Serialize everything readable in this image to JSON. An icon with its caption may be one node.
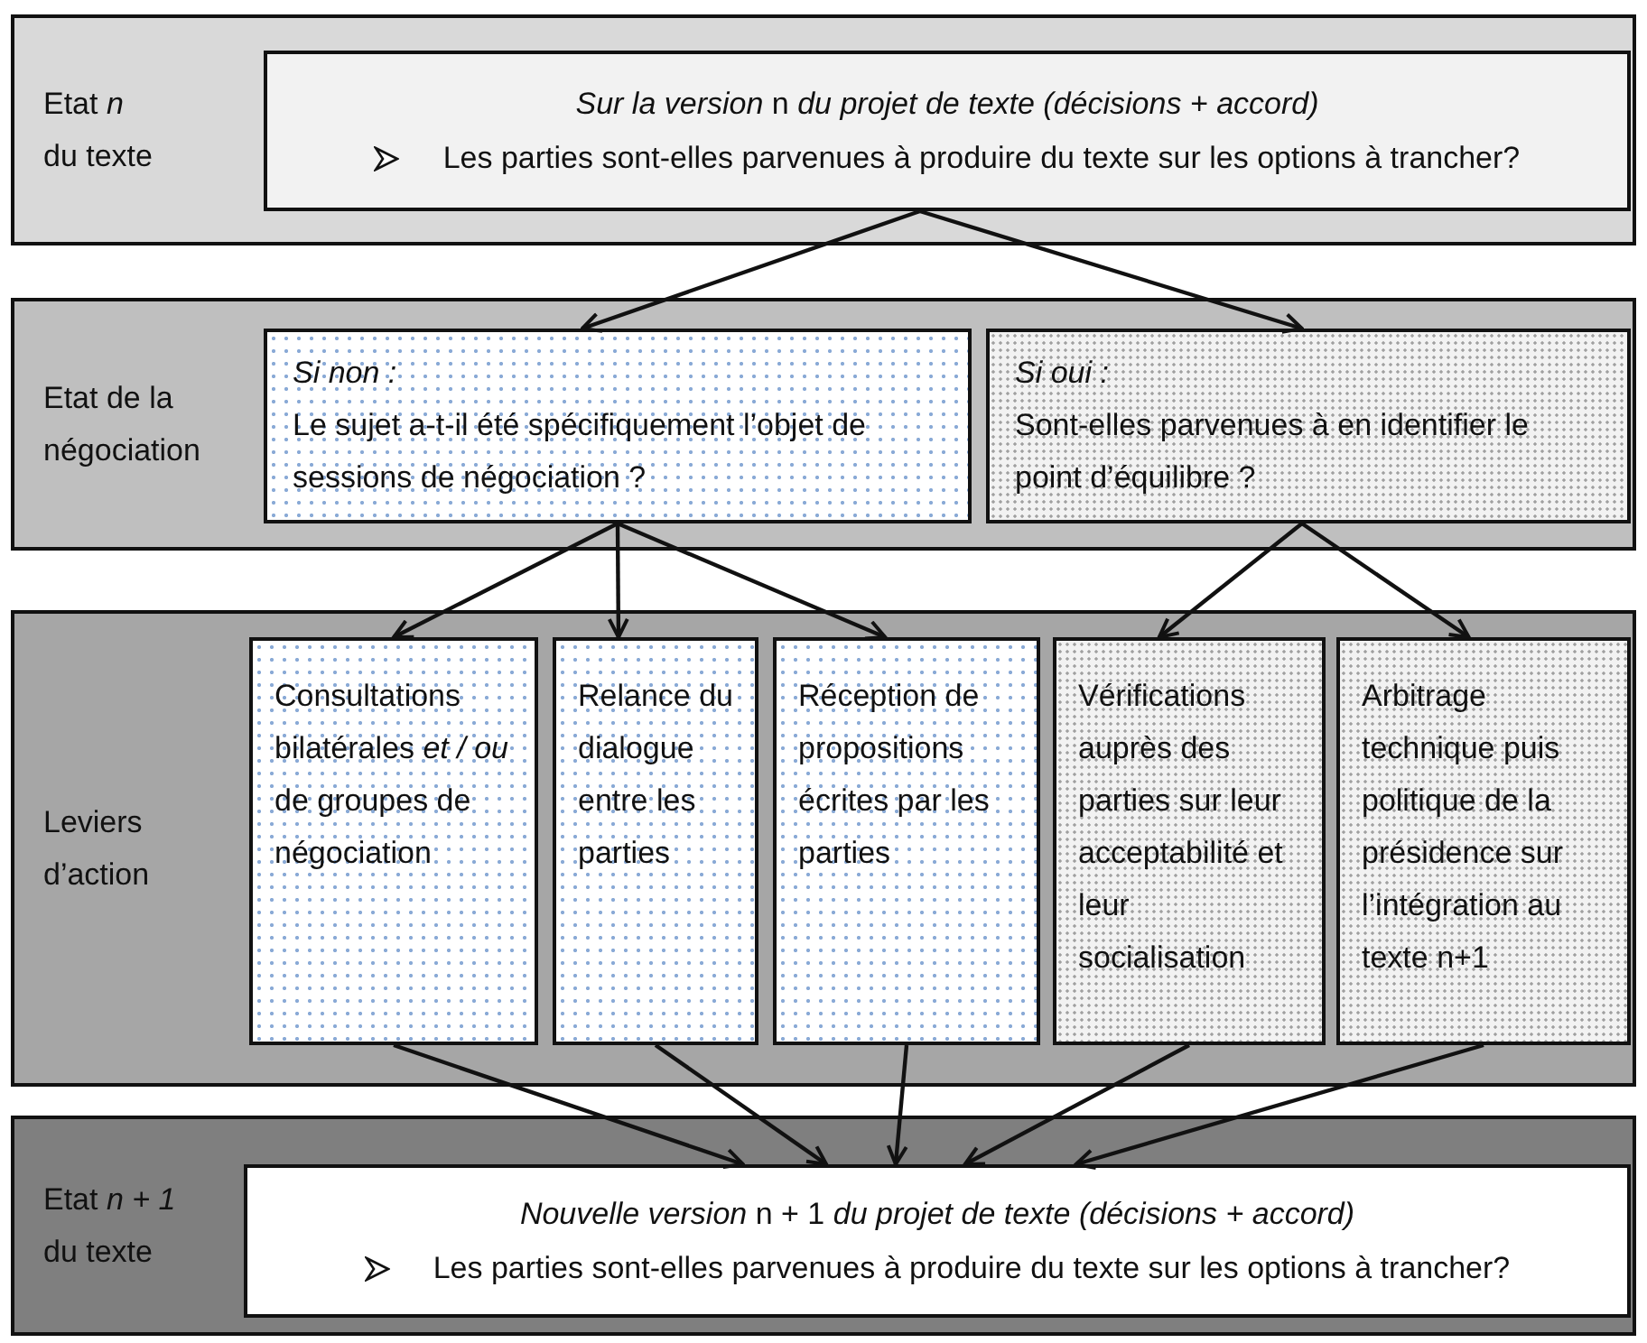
{
  "diagram": {
    "nodes": [
      {
        "text": [
          "Etat *n* du texte"
        ]
      },
      {
        "text": [
          "*Sur la version* n *du projet de texte (décisions + accord)*",
          "Les parties sont-elles parvenues à produire du texte sur les options à trancher?"
        ],
        "in": 0
      },
      {
        "text": [
          "Etat de la négociation"
        ]
      },
      {
        "text": [
          "Si non :",
          "Le sujet a-t-il été spécifiquement l’objet de sessions de négociation ?"
        ],
        "in": 2
      },
      {
        "text": [
          "Si oui :",
          "Sont-elles parvenues à en identifier le point d’équilibre ?"
        ],
        "in": 2
      },
      {
        "text": [
          "Leviers d’action"
        ]
      },
      {
        "text": [
          "Consultations bilatérales *et / ou* de groupes de négociation"
        ],
        "in": 5
      },
      {
        "text": [
          "Relance du dialogue entre les parties"
        ],
        "in": 5
      },
      {
        "text": [
          "Réception de propositions écrites par les parties"
        ],
        "in": 5
      },
      {
        "text": [
          "Vérifications auprès des parties sur leur acceptabilité et leur socialisation"
        ],
        "in": 5
      },
      {
        "text": [
          "Arbitrage technique puis politique de la présidence sur l’intégration au texte  n+1"
        ],
        "in": 5
      },
      {
        "text": [
          "Etat *n + 1* du texte"
        ]
      },
      {
        "text": [
          "*Nouvelle version* n + 1 *du projet de texte (décisions + accord)*",
          "Les parties sont-elles parvenues à produire du texte sur les options à trancher?"
        ],
        "in": 11
      }
    ],
    "edges": [
      {
        "from": 1,
        "to": 3,
        "arrow": "to"
      },
      {
        "from": 1,
        "to": 4,
        "arrow": "to"
      },
      {
        "from": 3,
        "to": 6,
        "arrow": "to"
      },
      {
        "from": 3,
        "to": 7,
        "arrow": "to"
      },
      {
        "from": 3,
        "to": 8,
        "arrow": "to"
      },
      {
        "from": 4,
        "to": 9,
        "arrow": "to"
      },
      {
        "from": 4,
        "to": 10,
        "arrow": "to"
      },
      {
        "from": 6,
        "to": 12,
        "arrow": "to"
      },
      {
        "from": 7,
        "to": 12,
        "arrow": "to"
      },
      {
        "from": 8,
        "to": 12,
        "arrow": "to"
      },
      {
        "from": 9,
        "to": 12,
        "arrow": "to"
      },
      {
        "from": 10,
        "to": 12,
        "arrow": "to"
      }
    ]
  }
}
